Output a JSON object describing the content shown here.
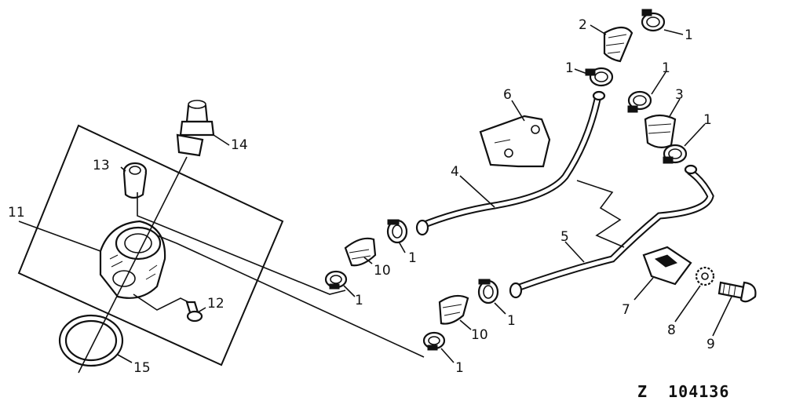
{
  "figure_id": "Z  104136",
  "callouts": {
    "c1a": "1",
    "c1b": "1",
    "c1c": "1",
    "c1d": "1",
    "c1e": "1",
    "c1f": "1",
    "c1g": "1",
    "c1h": "1",
    "c2": "2",
    "c3": "3",
    "c4": "4",
    "c5": "5",
    "c6": "6",
    "c7": "7",
    "c8": "8",
    "c9": "9",
    "c10a": "10",
    "c10b": "10",
    "c11": "11",
    "c12": "12",
    "c13": "13",
    "c14": "14",
    "c15": "15"
  }
}
